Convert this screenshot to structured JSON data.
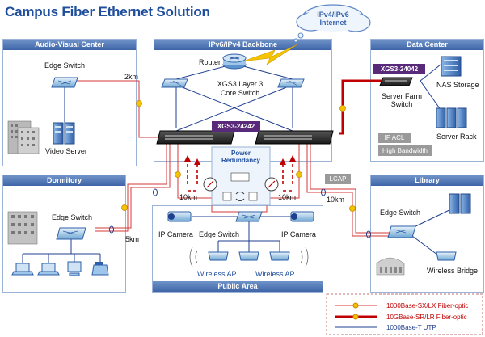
{
  "title": "Campus Fiber Ethernet Solution",
  "cloud": {
    "line1": "IPv4/IPv6",
    "line2": "Internet"
  },
  "panels": {
    "av": "Audio-Visual Center",
    "backbone": "IPv6/IPv4 Backbone",
    "datacenter": "Data Center",
    "dormitory": "Dormitory",
    "library": "Library",
    "public": "Public Area"
  },
  "labels": {
    "av_edge_switch": "Edge Switch",
    "video_server": "Video Server",
    "router": "Router",
    "core_line1": "XGS3 Layer 3",
    "core_line2": "Core Switch",
    "server_farm_line1": "Server Farm",
    "server_farm_line2": "Switch",
    "nas_storage": "NAS Storage",
    "server_rack": "Server Rack",
    "dorm_edge_switch": "Edge Switch",
    "lib_edge_switch": "Edge Switch",
    "wireless_bridge": "Wireless Bridge",
    "ip_camera_left": "IP Camera",
    "ip_camera_right": "IP Camera",
    "public_edge_switch": "Edge Switch",
    "wireless_ap_left": "Wireless AP",
    "wireless_ap_right": "Wireless AP",
    "power_redundancy_line1": "Power",
    "power_redundancy_line2": "Redundancy"
  },
  "distances": {
    "av": "2km",
    "dorm": "5km",
    "left_10km": "10km",
    "right_10km": "10km",
    "lib": "10km"
  },
  "tags": {
    "xgs_core": "XGS3-24242",
    "xgs_dc": "XGS3-24042",
    "ip_acl": "IP ACL",
    "high_bandwidth": "High Bandwidth",
    "lcap": "LCAP"
  },
  "legend": {
    "item1": "1000Base-SX/LX Fiber-optic",
    "item2": "10GBase-SR/LR Fiber-optic",
    "item3": "1000Base-T UTP"
  },
  "colors": {
    "fiber_1g": "#d63a3a",
    "fiber_10g": "#c00000",
    "utp": "#1f3f8f",
    "accent": "#1f4e9c",
    "badge": "#5a2a7a",
    "tag_gray": "#9a9a9a"
  }
}
